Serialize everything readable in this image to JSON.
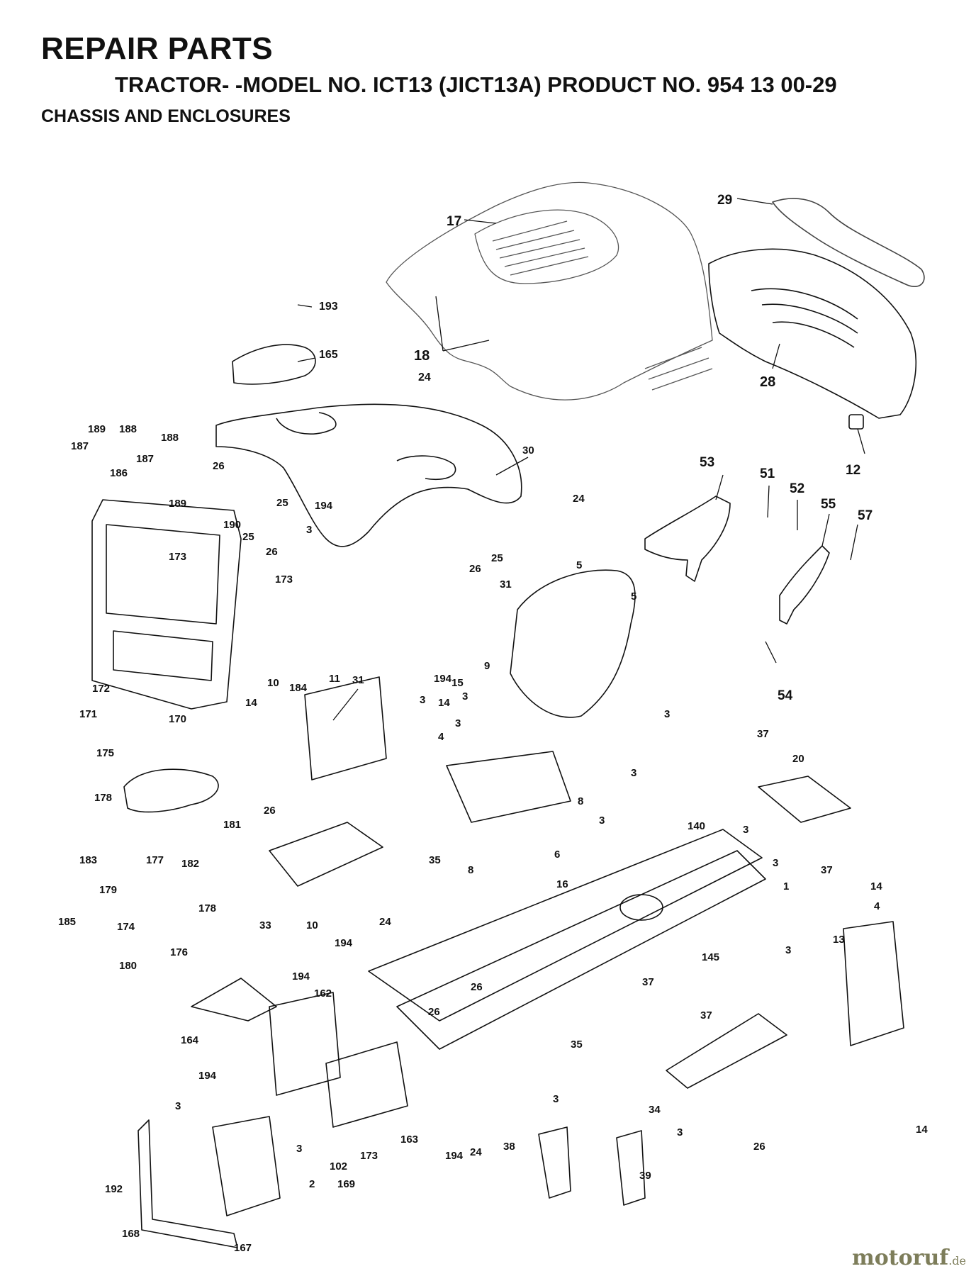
{
  "header": {
    "title": "REPAIR PARTS",
    "subtitle": "TRACTOR- -MODEL NO. ICT13 (JICT13A) PRODUCT NO. 954 13 00-29",
    "section": "CHASSIS AND ENCLOSURES"
  },
  "watermark": {
    "name": "motoruf",
    "tld": ".de"
  },
  "callouts": [
    {
      "id": "c-17",
      "label": "17"
    },
    {
      "id": "c-29",
      "label": "29"
    },
    {
      "id": "c-193",
      "label": "193"
    },
    {
      "id": "c-165",
      "label": "165"
    },
    {
      "id": "c-18",
      "label": "18"
    },
    {
      "id": "c-24a",
      "label": "24"
    },
    {
      "id": "c-28",
      "label": "28"
    },
    {
      "id": "c-12",
      "label": "12"
    },
    {
      "id": "c-189a",
      "label": "189"
    },
    {
      "id": "c-188a",
      "label": "188"
    },
    {
      "id": "c-187a",
      "label": "187"
    },
    {
      "id": "c-187b",
      "label": "187"
    },
    {
      "id": "c-188b",
      "label": "188"
    },
    {
      "id": "c-186",
      "label": "186"
    },
    {
      "id": "c-189b",
      "label": "189"
    },
    {
      "id": "c-26a",
      "label": "26"
    },
    {
      "id": "c-25a",
      "label": "25"
    },
    {
      "id": "c-30",
      "label": "30"
    },
    {
      "id": "c-24b",
      "label": "24"
    },
    {
      "id": "c-53",
      "label": "53"
    },
    {
      "id": "c-51",
      "label": "51"
    },
    {
      "id": "c-52",
      "label": "52"
    },
    {
      "id": "c-55",
      "label": "55"
    },
    {
      "id": "c-57",
      "label": "57"
    },
    {
      "id": "c-190",
      "label": "190"
    },
    {
      "id": "c-194a",
      "label": "194"
    },
    {
      "id": "c-25b",
      "label": "25"
    },
    {
      "id": "c-26b",
      "label": "26"
    },
    {
      "id": "c-3a",
      "label": "3"
    },
    {
      "id": "c-173a",
      "label": "173"
    },
    {
      "id": "c-173b",
      "label": "173"
    },
    {
      "id": "c-26c",
      "label": "26"
    },
    {
      "id": "c-25c",
      "label": "25"
    },
    {
      "id": "c-31a",
      "label": "31"
    },
    {
      "id": "c-5a",
      "label": "5"
    },
    {
      "id": "c-5b",
      "label": "5"
    },
    {
      "id": "c-31b",
      "label": "31"
    },
    {
      "id": "c-194b",
      "label": "194"
    },
    {
      "id": "c-3b",
      "label": "3"
    },
    {
      "id": "c-3c",
      "label": "3"
    },
    {
      "id": "c-9",
      "label": "9"
    },
    {
      "id": "c-54",
      "label": "54"
    },
    {
      "id": "c-172",
      "label": "172"
    },
    {
      "id": "c-184",
      "label": "184"
    },
    {
      "id": "c-10a",
      "label": "10"
    },
    {
      "id": "c-171",
      "label": "171"
    },
    {
      "id": "c-170",
      "label": "170"
    },
    {
      "id": "c-11",
      "label": "11"
    },
    {
      "id": "c-15",
      "label": "15"
    },
    {
      "id": "c-14a",
      "label": "14"
    },
    {
      "id": "c-3d",
      "label": "3"
    },
    {
      "id": "c-14b",
      "label": "14"
    },
    {
      "id": "c-3e",
      "label": "3"
    },
    {
      "id": "c-4a",
      "label": "4"
    },
    {
      "id": "c-37a",
      "label": "37"
    },
    {
      "id": "c-20",
      "label": "20"
    },
    {
      "id": "c-3f",
      "label": "3"
    },
    {
      "id": "c-175",
      "label": "175"
    },
    {
      "id": "c-8a",
      "label": "8"
    },
    {
      "id": "c-3g",
      "label": "3"
    },
    {
      "id": "c-26d",
      "label": "26"
    },
    {
      "id": "c-140",
      "label": "140"
    },
    {
      "id": "c-3h",
      "label": "3"
    },
    {
      "id": "c-178a",
      "label": "178"
    },
    {
      "id": "c-181",
      "label": "181"
    },
    {
      "id": "c-35a",
      "label": "35"
    },
    {
      "id": "c-6",
      "label": "6"
    },
    {
      "id": "c-3i",
      "label": "3"
    },
    {
      "id": "c-37b",
      "label": "37"
    },
    {
      "id": "c-183",
      "label": "183"
    },
    {
      "id": "c-177",
      "label": "177"
    },
    {
      "id": "c-182",
      "label": "182"
    },
    {
      "id": "c-8b",
      "label": "8"
    },
    {
      "id": "c-16",
      "label": "16"
    },
    {
      "id": "c-1",
      "label": "1"
    },
    {
      "id": "c-179",
      "label": "179"
    },
    {
      "id": "c-178b",
      "label": "178"
    },
    {
      "id": "c-14c",
      "label": "14"
    },
    {
      "id": "c-4b",
      "label": "4"
    },
    {
      "id": "c-185",
      "label": "185"
    },
    {
      "id": "c-174",
      "label": "174"
    },
    {
      "id": "c-33",
      "label": "33"
    },
    {
      "id": "c-10b",
      "label": "10"
    },
    {
      "id": "c-24c",
      "label": "24"
    },
    {
      "id": "c-3j",
      "label": "3"
    },
    {
      "id": "c-13",
      "label": "13"
    },
    {
      "id": "c-176",
      "label": "176"
    },
    {
      "id": "c-194c",
      "label": "194"
    },
    {
      "id": "c-145",
      "label": "145"
    },
    {
      "id": "c-180",
      "label": "180"
    },
    {
      "id": "c-194d",
      "label": "194"
    },
    {
      "id": "c-37c",
      "label": "37"
    },
    {
      "id": "c-26e",
      "label": "26"
    },
    {
      "id": "c-162",
      "label": "162"
    },
    {
      "id": "c-26f",
      "label": "26"
    },
    {
      "id": "c-37d",
      "label": "37"
    },
    {
      "id": "c-164",
      "label": "164"
    },
    {
      "id": "c-35b",
      "label": "35"
    },
    {
      "id": "c-194e",
      "label": "194"
    },
    {
      "id": "c-3k",
      "label": "3"
    },
    {
      "id": "c-3l",
      "label": "3"
    },
    {
      "id": "c-34",
      "label": "34"
    },
    {
      "id": "c-3m",
      "label": "3"
    },
    {
      "id": "c-14d",
      "label": "14"
    },
    {
      "id": "c-3n",
      "label": "3"
    },
    {
      "id": "c-163",
      "label": "163"
    },
    {
      "id": "c-38",
      "label": "38"
    },
    {
      "id": "c-26g",
      "label": "26"
    },
    {
      "id": "c-173c",
      "label": "173"
    },
    {
      "id": "c-102",
      "label": "102"
    },
    {
      "id": "c-194f",
      "label": "194"
    },
    {
      "id": "c-24d",
      "label": "24"
    },
    {
      "id": "c-39",
      "label": "39"
    },
    {
      "id": "c-2",
      "label": "2"
    },
    {
      "id": "c-169",
      "label": "169"
    },
    {
      "id": "c-192",
      "label": "192"
    },
    {
      "id": "c-168",
      "label": "168"
    },
    {
      "id": "c-167",
      "label": "167"
    }
  ]
}
